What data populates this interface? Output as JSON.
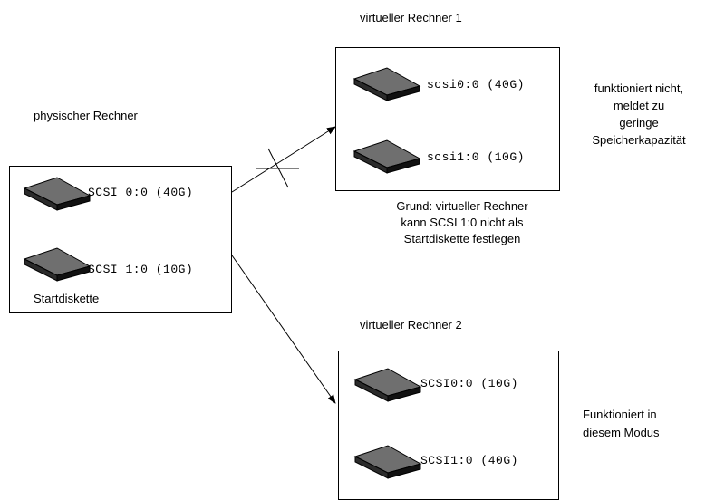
{
  "physical": {
    "title": "physischer Rechner",
    "disks": [
      {
        "label": "SCSI 0:0  (40G)"
      },
      {
        "label": "SCSI 1:0  (10G)"
      }
    ],
    "boot_label": "Startdiskette"
  },
  "virtual1": {
    "title": "virtueller Rechner 1",
    "disks": [
      {
        "label": "scsi0:0  (40G)"
      },
      {
        "label": "scsi1:0  (10G)"
      }
    ],
    "status_lines": [
      "funktioniert nicht,",
      "meldet zu",
      "geringe",
      "Speicherkapazität"
    ],
    "reason_lines": [
      "Grund: virtueller Rechner",
      "kann SCSI 1:0 nicht als",
      "Startdiskette festlegen"
    ]
  },
  "virtual2": {
    "title": "virtueller Rechner 2",
    "disks": [
      {
        "label": "SCSI0:0  (10G)"
      },
      {
        "label": "SCSI1:0  (40G)"
      }
    ],
    "status_lines": [
      "Funktioniert in",
      "diesem Modus"
    ]
  },
  "icons": {
    "disk": "hard-disk-icon",
    "cross": "cross-mark-icon",
    "arrow": "arrow-icon"
  },
  "colors": {
    "disk_top": "#6f6f6f",
    "disk_side": "#1a1a1a",
    "line": "#000000"
  }
}
